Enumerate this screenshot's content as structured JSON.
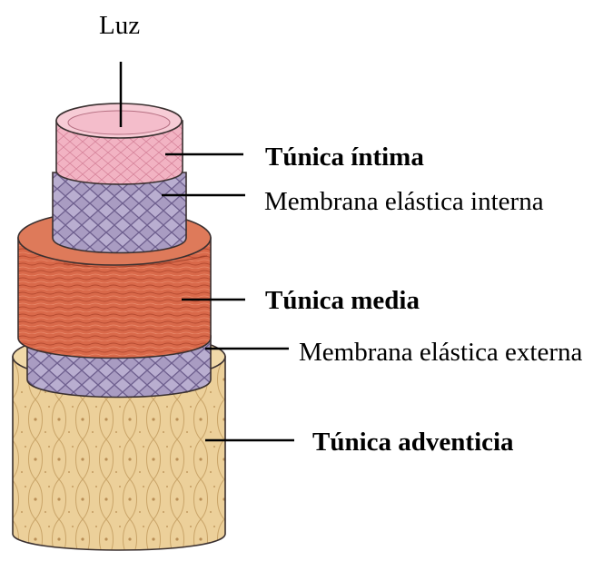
{
  "labels": {
    "luz": "Luz",
    "tunica_intima": "Túnica íntima",
    "membrana_elastica_interna": "Membrana elástica interna",
    "tunica_media": "Túnica media",
    "membrana_elastica_externa": "Membrana elástica externa",
    "tunica_adventicia": "Túnica adventicia"
  },
  "colors": {
    "intima": "#f2b3c3",
    "elastic_membrane": "#a99cc2",
    "media": "#d9694a",
    "adventicia": "#ecd09a",
    "outline": "#3a3030",
    "leader_line": "#000000"
  }
}
